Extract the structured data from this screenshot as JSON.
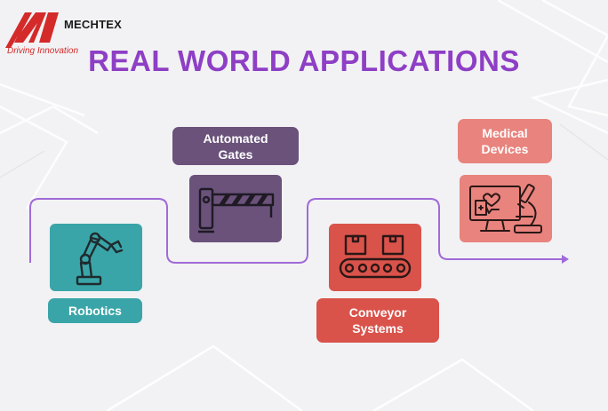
{
  "brand": {
    "name": "MECHTEX",
    "tagline": "Driving Innovation",
    "logo_icon": "m-logo-icon"
  },
  "title": "REAL WORLD APPLICATIONS",
  "colors": {
    "title": "#8e3fc5",
    "path": "#9b5ad9",
    "teal": "#3aa5a8",
    "purple": "#6a527b",
    "red": "#d9534b",
    "pink": "#e8837d"
  },
  "applications": [
    {
      "label": "Robotics",
      "icon": "robot-arm-icon"
    },
    {
      "label": "Automated\nGates",
      "icon": "barrier-gate-icon"
    },
    {
      "label": "Conveyor\nSystems",
      "icon": "conveyor-belt-icon"
    },
    {
      "label": "Medical\nDevices",
      "icon": "medical-microscope-icon"
    }
  ]
}
